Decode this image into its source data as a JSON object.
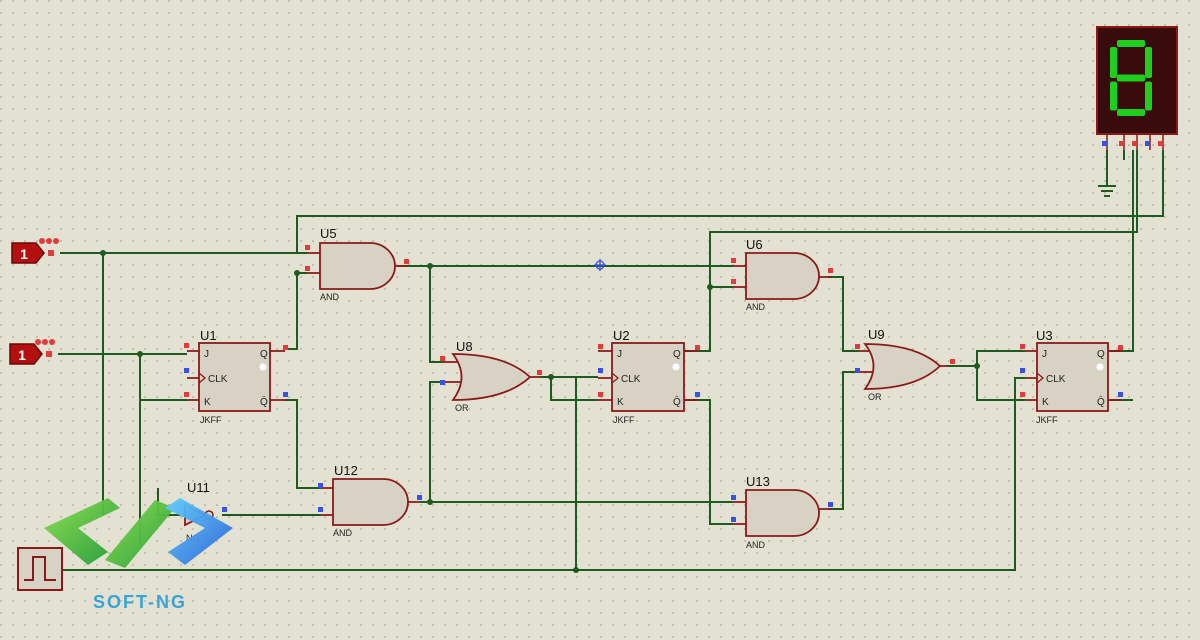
{
  "inputs": [
    {
      "value": "1"
    },
    {
      "value": "1"
    }
  ],
  "components": {
    "U1": {
      "ref": "U1",
      "type": "JKFF",
      "pins": [
        "J",
        "CLK",
        "K",
        "Q",
        "Q̄"
      ]
    },
    "U2": {
      "ref": "U2",
      "type": "JKFF",
      "pins": [
        "J",
        "CLK",
        "K",
        "Q",
        "Q̄"
      ]
    },
    "U3": {
      "ref": "U3",
      "type": "JKFF",
      "pins": [
        "J",
        "CLK",
        "K",
        "Q",
        "Q̄"
      ]
    },
    "U5": {
      "ref": "U5",
      "type": "AND"
    },
    "U6": {
      "ref": "U6",
      "type": "AND"
    },
    "U12": {
      "ref": "U12",
      "type": "AND"
    },
    "U13": {
      "ref": "U13",
      "type": "AND"
    },
    "U8": {
      "ref": "U8",
      "type": "OR"
    },
    "U9": {
      "ref": "U9",
      "type": "OR"
    },
    "U11": {
      "ref": "U11",
      "type": "NOT",
      "type_visible": "NO"
    }
  },
  "display": {
    "digit": "8",
    "segment_color": "#1fcf1f"
  },
  "watermark": {
    "text": "SOFT-NG"
  },
  "colors": {
    "wire": "#1f5a1f",
    "component": "#8a1a1a",
    "body": "#d8d2c4",
    "pin_red": "#e23b3b",
    "pin_blue": "#3b4fe2"
  }
}
